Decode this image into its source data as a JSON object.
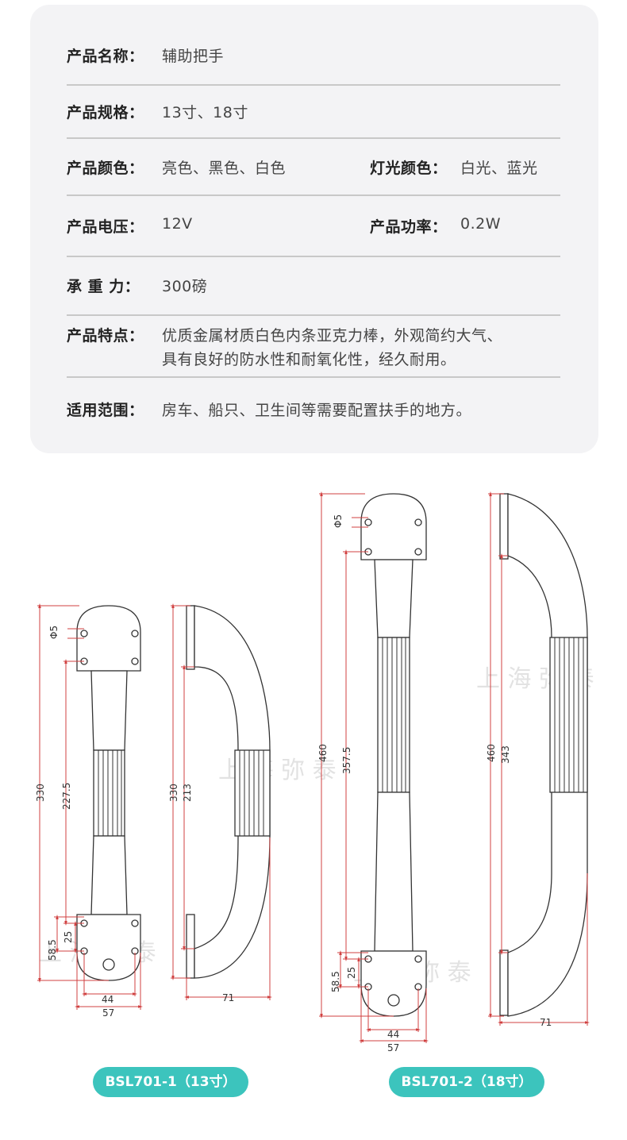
{
  "specs": {
    "name": {
      "label": "产品名称：",
      "value": "辅助把手"
    },
    "size": {
      "label": "产品规格：",
      "value": "13寸、18寸"
    },
    "color": {
      "label": "产品颜色：",
      "value": "亮色、黑色、白色"
    },
    "light": {
      "label": "灯光颜色：",
      "value": "白光、蓝光"
    },
    "voltage": {
      "label": "产品电压：",
      "value": "12V"
    },
    "power": {
      "label": "产品功率：",
      "value": "0.2W"
    },
    "load": {
      "label": "承 重 力：",
      "value": "300磅"
    },
    "feature": {
      "label": "产品特点：",
      "line1": "优质金属材质白色内条亚克力棒，外观简约大气、",
      "line2": "具有良好的防水性和耐氧化性，经久耐用。"
    },
    "scope": {
      "label": "适用范围：",
      "value": "房车、船只、卫生间等需要配置扶手的地方。"
    }
  },
  "drawing_13": {
    "d_hole": "Φ5",
    "total": "330",
    "inner": "227.5",
    "d58": "58.5",
    "d25": "25",
    "w44": "44",
    "w57": "57",
    "side_total": "330",
    "side_inner": "213",
    "depth": "71"
  },
  "drawing_18": {
    "d_hole": "Φ5",
    "total": "460",
    "inner": "357.5",
    "d58": "58.5",
    "d25": "25",
    "w44": "44",
    "w57": "57",
    "side_total": "460",
    "side_inner": "343",
    "depth": "71"
  },
  "watermark": "上 海 弥 泰",
  "models": {
    "left": "BSL701-1（13寸）",
    "right": "BSL701-2（18寸）"
  },
  "colors": {
    "accent": "#3cc4bd",
    "dim": "#e05050"
  }
}
